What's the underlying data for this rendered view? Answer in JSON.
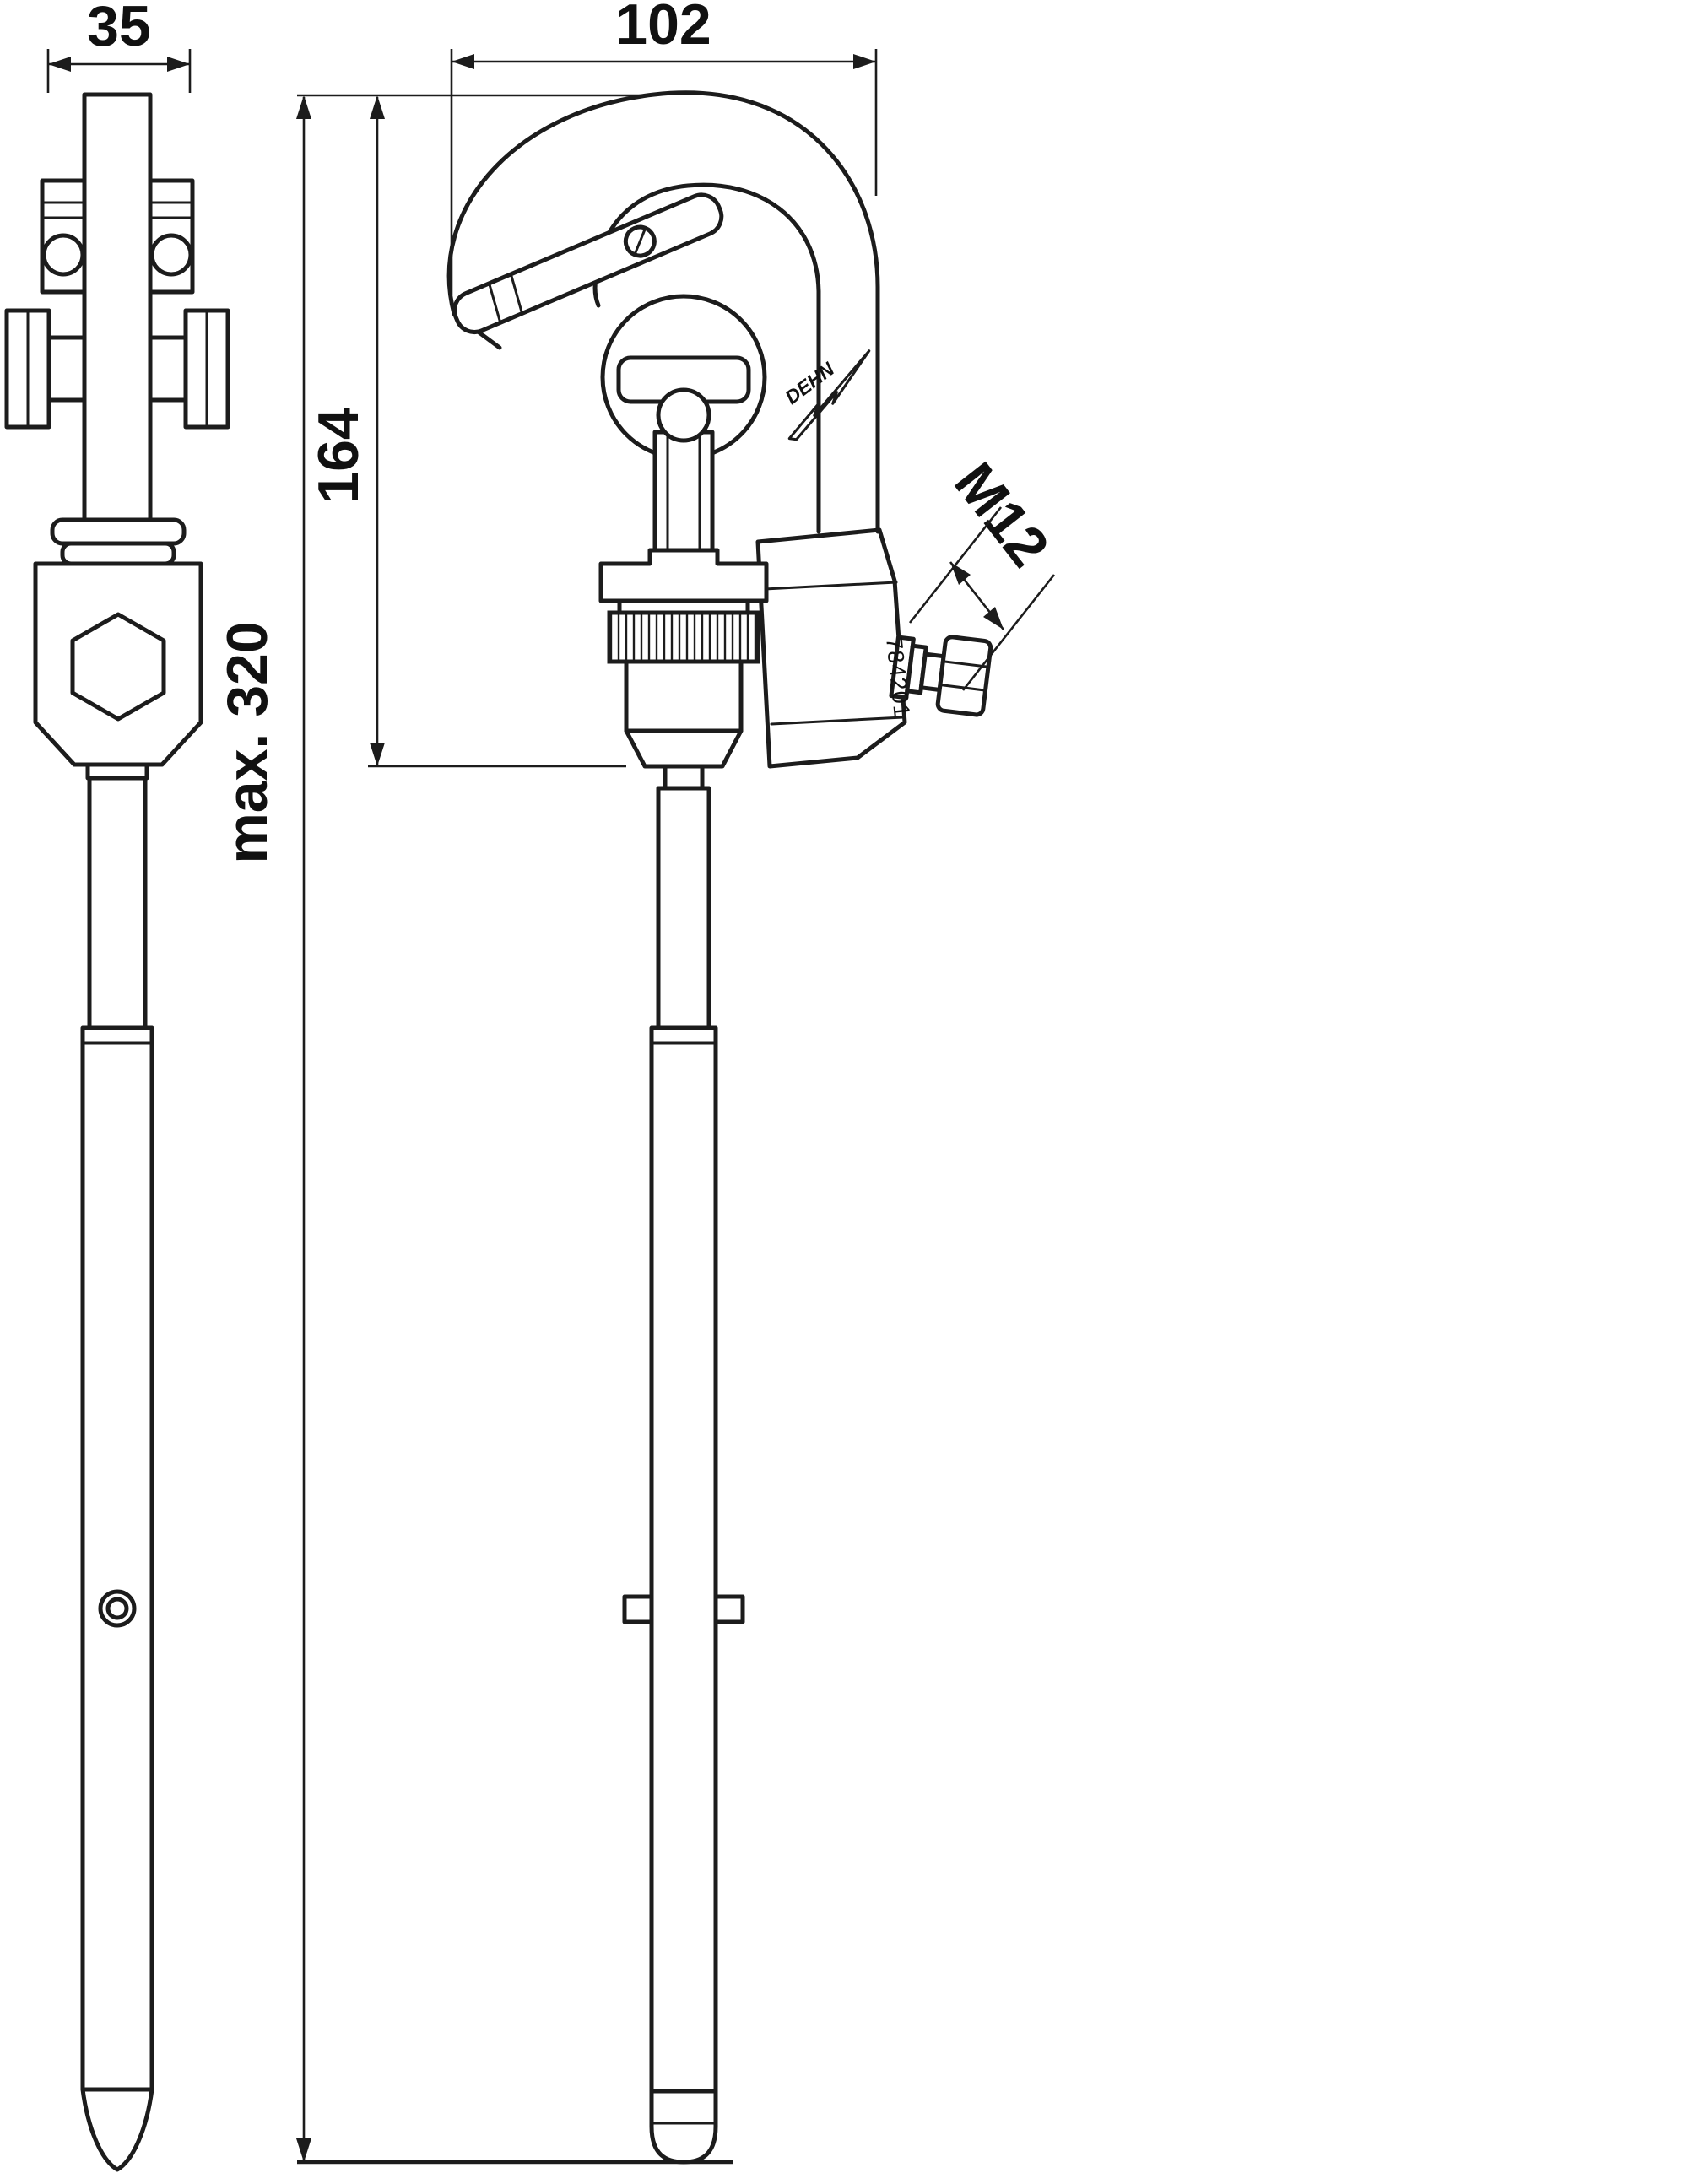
{
  "drawing": {
    "labels": {
      "width_side": "35",
      "width_front": "102",
      "clamp_height": "164",
      "total_length": "max. 320",
      "thread_size": "M12",
      "part_number": "784201",
      "brand": "DEHN"
    },
    "colors": {
      "line": "#1c1c1c",
      "background": "#ffffff"
    }
  }
}
